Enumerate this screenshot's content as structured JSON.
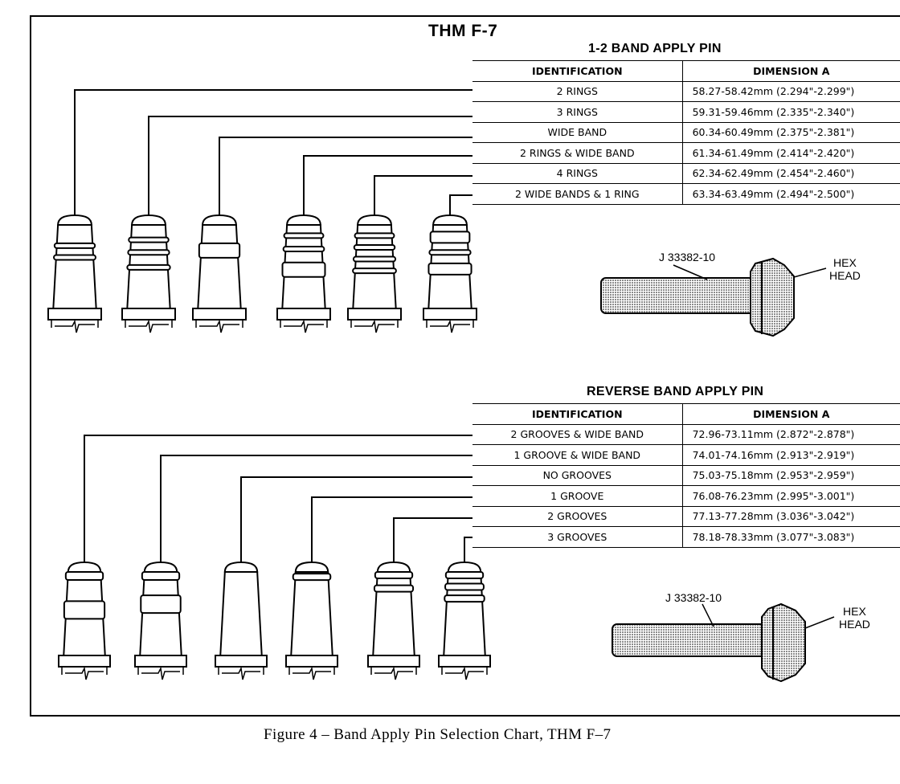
{
  "main_title": "THM F-7",
  "caption": "Figure 4 – Band Apply Pin Selection Chart, THM F–7",
  "tables": [
    {
      "title": "1-2 BAND APPLY PIN",
      "col1": "IDENTIFICATION",
      "col2": "DIMENSION A",
      "rows": [
        {
          "id": "2 RINGS",
          "dim": "58.27-58.42mm (2.294\"-2.299\")"
        },
        {
          "id": "3 RINGS",
          "dim": "59.31-59.46mm (2.335\"-2.340\")"
        },
        {
          "id": "WIDE BAND",
          "dim": "60.34-60.49mm (2.375\"-2.381\")"
        },
        {
          "id": "2 RINGS & WIDE BAND",
          "dim": "61.34-61.49mm (2.414\"-2.420\")"
        },
        {
          "id": "4 RINGS",
          "dim": "62.34-62.49mm (2.454\"-2.460\")"
        },
        {
          "id": "2 WIDE BANDS & 1 RING",
          "dim": "63.34-63.49mm (2.494\"-2.500\")"
        }
      ]
    },
    {
      "title": "REVERSE BAND APPLY PIN",
      "col1": "IDENTIFICATION",
      "col2": "DIMENSION A",
      "rows": [
        {
          "id": "2 GROOVES & WIDE BAND",
          "dim": "72.96-73.11mm (2.872\"-2.878\")"
        },
        {
          "id": "1 GROOVE & WIDE BAND",
          "dim": "74.01-74.16mm (2.913\"-2.919\")"
        },
        {
          "id": "NO GROOVES",
          "dim": "75.03-75.18mm (2.953\"-2.959\")"
        },
        {
          "id": "1 GROOVE",
          "dim": "76.08-76.23mm (2.995\"-3.001\")"
        },
        {
          "id": "2 GROOVES",
          "dim": "77.13-77.28mm (3.036\"-3.042\")"
        },
        {
          "id": "3 GROOVES",
          "dim": "78.18-78.33mm (3.077\"-3.083\")"
        }
      ]
    }
  ],
  "tools": [
    {
      "tool_label": "J 33382-10",
      "head_line1": "HEX",
      "head_line2": "HEAD"
    },
    {
      "tool_label": "J 33382-10",
      "head_line1": "HEX",
      "head_line2": "HEAD"
    }
  ]
}
